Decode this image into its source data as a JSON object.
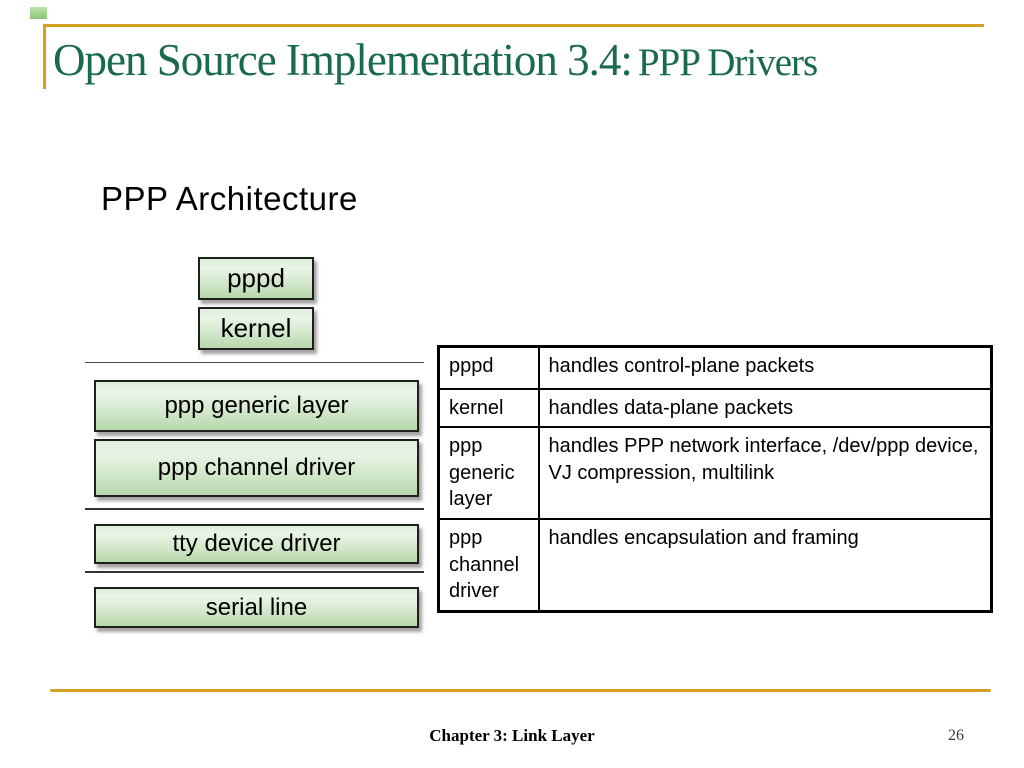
{
  "title": {
    "main": "Open Source Implementation 3.4:",
    "sub": "PPP Drivers"
  },
  "heading": "PPP Architecture",
  "diagram": {
    "boxes": {
      "pppd": "pppd",
      "kernel": "kernel",
      "generic": "ppp generic layer",
      "channel": "ppp channel driver",
      "tty": "tty device driver",
      "serial": "serial line"
    }
  },
  "table": {
    "rows": [
      {
        "component": "pppd",
        "description": "handles control-plane packets"
      },
      {
        "component": "kernel",
        "description": "handles data-plane packets"
      },
      {
        "component": "ppp generic layer",
        "description": "handles PPP network interface, /dev/ppp device, VJ compression, multilink"
      },
      {
        "component": "ppp channel driver",
        "description": "handles encapsulation and framing"
      }
    ]
  },
  "footer": {
    "chapter": "Chapter 3: Link Layer",
    "page": "26"
  },
  "colors": {
    "title_green": "#1A6B4B",
    "accent_gold": "#D3A021",
    "box_fill_top": "#EAF5E7",
    "box_fill_bottom": "#B7D7AC"
  }
}
